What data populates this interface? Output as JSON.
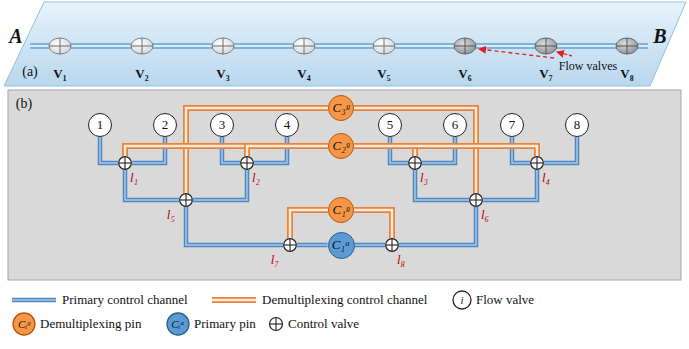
{
  "diagram": {
    "nodes": [
      {
        "text": [
          "C₃ᵍ"
        ]
      },
      {
        "text": [
          "1"
        ]
      },
      {
        "text": [
          "2"
        ]
      },
      {
        "text": [
          "3"
        ]
      },
      {
        "text": [
          "4"
        ]
      },
      {
        "text": [
          "5"
        ]
      },
      {
        "text": [
          "6"
        ]
      },
      {
        "text": [
          "7"
        ]
      },
      {
        "text": [
          "8"
        ]
      },
      {
        "text": [
          "C₂ᵍ"
        ]
      },
      {
        "text": [
          "l₁"
        ]
      },
      {
        "text": [
          "l₂"
        ]
      },
      {
        "text": [
          "l₃"
        ]
      },
      {
        "text": [
          "l₄"
        ]
      },
      {
        "text": [
          "l₅"
        ]
      },
      {
        "text": [
          "C₁ᵍ"
        ]
      },
      {
        "text": [
          "l₆"
        ]
      },
      {
        "text": [
          "l₇"
        ]
      },
      {
        "text": [
          "C₁ᵃ"
        ]
      },
      {
        "text": [
          "l₈"
        ]
      }
    ],
    "edges": [
      {
        "from": 1,
        "to": 10,
        "arrow": "none"
      },
      {
        "from": 2,
        "to": 10,
        "arrow": "none"
      },
      {
        "from": 3,
        "to": 11,
        "arrow": "none"
      },
      {
        "from": 4,
        "to": 11,
        "arrow": "none"
      },
      {
        "from": 5,
        "to": 12,
        "arrow": "none"
      },
      {
        "from": 6,
        "to": 12,
        "arrow": "none"
      },
      {
        "from": 7,
        "to": 13,
        "arrow": "none"
      },
      {
        "from": 8,
        "to": 13,
        "arrow": "none"
      },
      {
        "from": 10,
        "to": 14,
        "arrow": "none"
      },
      {
        "from": 11,
        "to": 14,
        "arrow": "none"
      },
      {
        "from": 12,
        "to": 16,
        "arrow": "none"
      },
      {
        "from": 13,
        "to": 16,
        "arrow": "none"
      },
      {
        "from": 14,
        "to": 17,
        "arrow": "none"
      },
      {
        "from": 16,
        "to": 19,
        "arrow": "none"
      },
      {
        "from": 17,
        "to": 18,
        "arrow": "none"
      },
      {
        "from": 19,
        "to": 18,
        "arrow": "none"
      },
      {
        "from": 0,
        "to": 14,
        "arrow": "none"
      },
      {
        "from": 0,
        "to": 16,
        "arrow": "none"
      },
      {
        "from": 9,
        "to": 10,
        "arrow": "none"
      },
      {
        "from": 9,
        "to": 11,
        "arrow": "none"
      },
      {
        "from": 9,
        "to": 12,
        "arrow": "none"
      },
      {
        "from": 9,
        "to": 13,
        "arrow": "none"
      },
      {
        "from": 15,
        "to": 17,
        "arrow": "none"
      },
      {
        "from": 15,
        "to": 19,
        "arrow": "none"
      }
    ],
    "labels": [
      "A",
      "B",
      "V₁",
      "V₂",
      "V₃",
      "V₄",
      "V₅",
      "V₆",
      "V₇",
      "V₈",
      "Flow valves",
      "(a)",
      "(b)",
      "i",
      "Cᵢᵍ",
      "Cᵢᵃ"
    ],
    "legend": [
      {
        "text": "Primary control channel"
      },
      {
        "text": "Demultiplexing control channel"
      },
      {
        "text": "Flow valve"
      },
      {
        "text": "Demultiplexing pin"
      },
      {
        "text": "Primary pin"
      },
      {
        "text": "Control valve"
      }
    ]
  }
}
